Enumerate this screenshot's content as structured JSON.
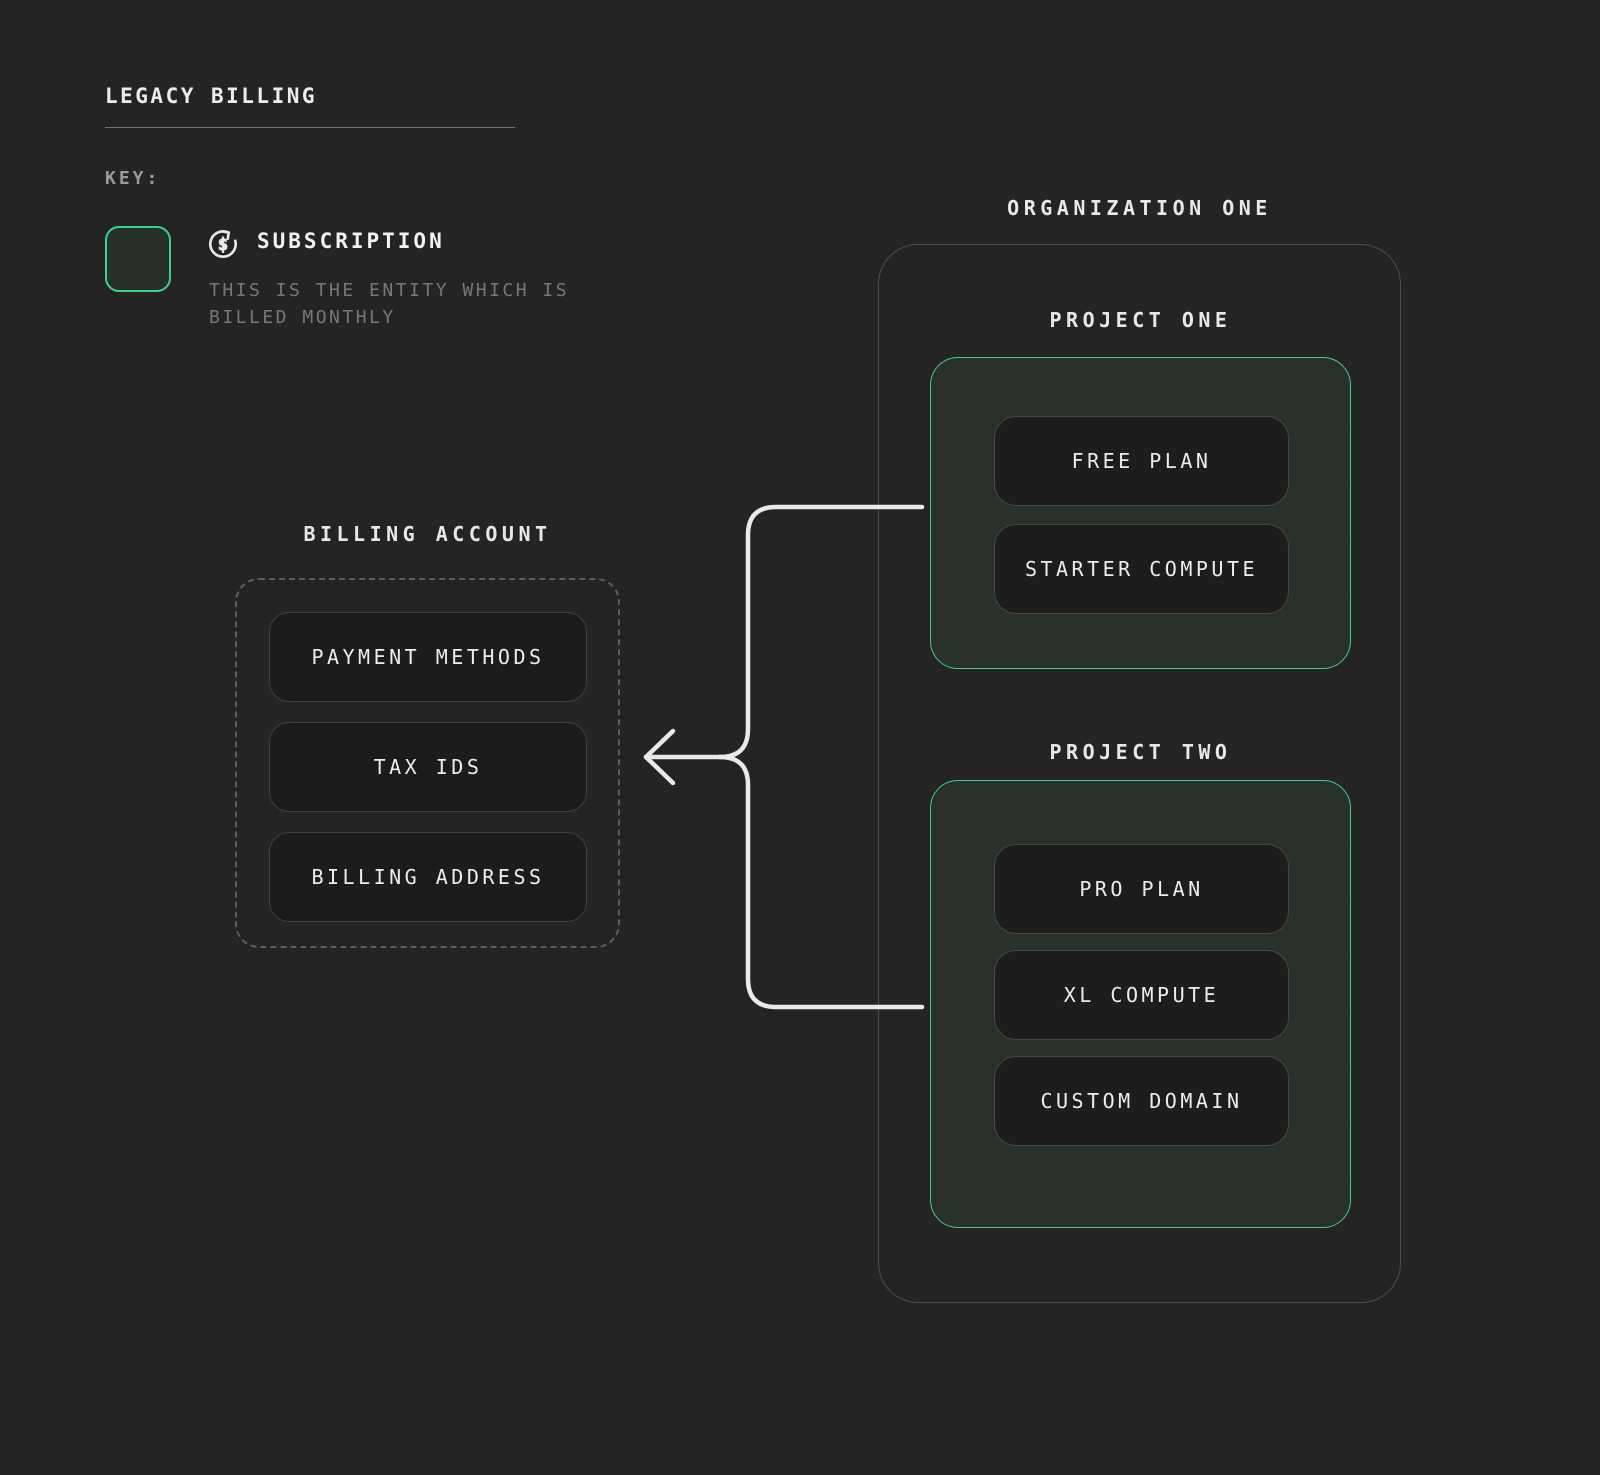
{
  "colors": {
    "background": "#242424",
    "accent_green": "#3ecf8e",
    "connector_line": "#eaeaea",
    "muted_text": "#787878"
  },
  "header": {
    "title": "LEGACY BILLING"
  },
  "key": {
    "label": "KEY:",
    "item": {
      "icon": "recurring-dollar-icon",
      "icon_glyph": "$",
      "name": "SUBSCRIPTION",
      "description": "THIS IS THE ENTITY WHICH IS BILLED MONTHLY"
    }
  },
  "billing_account": {
    "title": "BILLING ACCOUNT",
    "items": [
      "PAYMENT METHODS",
      "TAX IDS",
      "BILLING ADDRESS"
    ]
  },
  "organization": {
    "title": "ORGANIZATION ONE",
    "projects": [
      {
        "title": "PROJECT ONE",
        "items": [
          "FREE PLAN",
          "STARTER COMPUTE"
        ]
      },
      {
        "title": "PROJECT TWO",
        "items": [
          "PRO PLAN",
          "XL COMPUTE",
          "CUSTOM DOMAIN"
        ]
      }
    ]
  }
}
